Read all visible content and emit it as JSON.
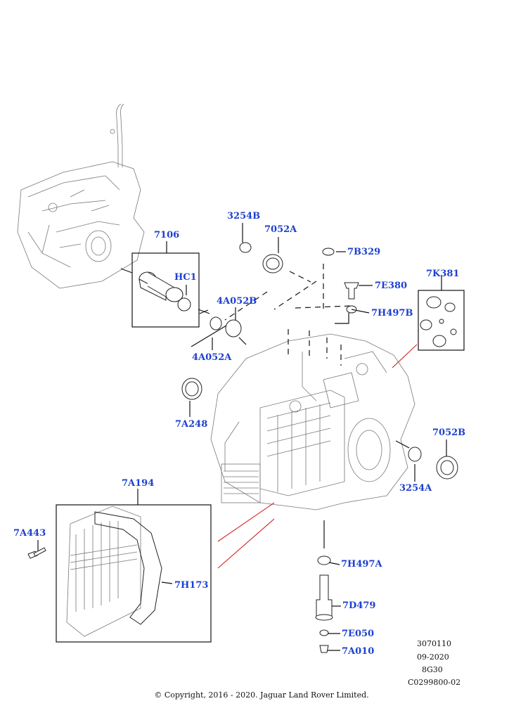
{
  "callouts": {
    "c7106": "7106",
    "cHC1": "HC1",
    "c3254B": "3254B",
    "c7052A": "7052A",
    "c7B329": "7B329",
    "c7E380": "7E380",
    "c7H497B": "7H497B",
    "c7K381": "7K381",
    "c4A052B": "4A052B",
    "c4A052A": "4A052A",
    "c7A248": "7A248",
    "c7052B": "7052B",
    "c3254A": "3254A",
    "c7A194": "7A194",
    "c7A443": "7A443",
    "c7H173": "7H173",
    "c7H497A": "7H497A",
    "c7D479": "7D479",
    "c7E050": "7E050",
    "c7A010": "7A010"
  },
  "meta": {
    "line1": "3070110",
    "line2": "09-2020",
    "line3": "8G30",
    "line4": "C0299800-02"
  },
  "copyright": "© Copyright, 2016 - 2020. Jaguar Land Rover Limited.",
  "colors": {
    "callout": "#1d3fd0",
    "leader_red": "#d42020",
    "line": "#111111"
  }
}
